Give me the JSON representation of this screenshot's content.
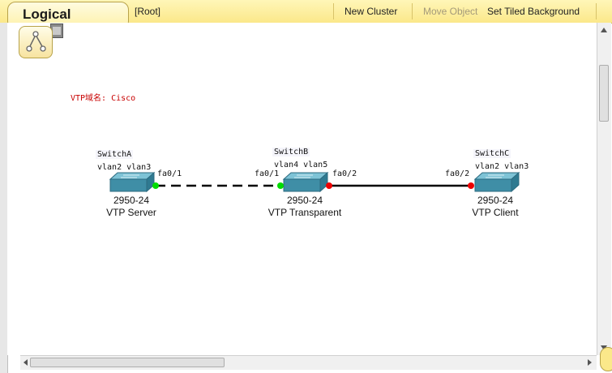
{
  "toolbar": {
    "title": "Logical",
    "root": "[Root]",
    "new_cluster": "New Cluster",
    "move_object": "Move Object",
    "set_tiled_background": "Set Tiled Background"
  },
  "diagram": {
    "vtp_domain": "VTP域名: Cisco",
    "switches": [
      {
        "name": "SwitchA",
        "vlans": "vlan2 vlan3",
        "model": "2950-24",
        "role": "VTP Server"
      },
      {
        "name": "SwitchB",
        "vlans": "vlan4 vlan5",
        "model": "2950-24",
        "role": "VTP Transparent"
      },
      {
        "name": "SwitchC",
        "vlans": "vlan2 vlan3",
        "model": "2950-24",
        "role": "VTP Client"
      }
    ],
    "ports": {
      "a_fa01": "fa0/1",
      "b_fa01": "fa0/1",
      "b_fa02": "fa0/2",
      "c_fa02": "fa0/2"
    },
    "links": [
      {
        "from": "SwitchA",
        "to": "SwitchB",
        "style": "dashed",
        "status": "up",
        "color": "#00dd00"
      },
      {
        "from": "SwitchB",
        "to": "SwitchC",
        "style": "solid",
        "status": "down",
        "color": "#ee0000"
      }
    ],
    "colors": {
      "switch_body": "#3f8ea6",
      "switch_top": "#7ec3d6",
      "domain_text": "#c80000"
    }
  }
}
